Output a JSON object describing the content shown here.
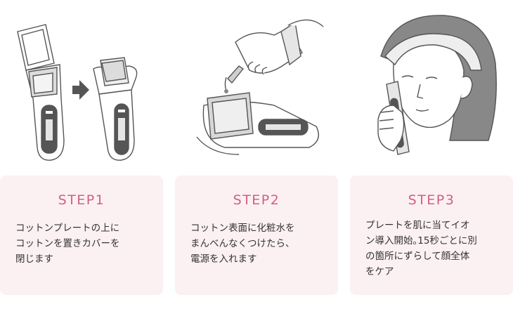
{
  "colors": {
    "accent": "#d35d8c",
    "card_background": "#fcf1f2",
    "text": "#333333",
    "line": "#555555",
    "device_gray": "#9a9a9a",
    "arrow": "#555555"
  },
  "steps": [
    {
      "title": "STEP1",
      "body": "コットンプレートの上に\nコットンを置きカバーを\n閉じます"
    },
    {
      "title": "STEP2",
      "body": "コットン表面に化粧水を\nまんべんなくつけたら、\n電源を入れます"
    },
    {
      "title": "STEP3",
      "body": "プレートを肌に当てイオ\nン導入開始｡15秒ごとに別\nの箇所にずらして顔全体\nをケア"
    }
  ],
  "icons": {
    "step1": [
      "device-open-lid-icon",
      "arrow-right-icon",
      "device-with-cotton-icon"
    ],
    "step2": [
      "hand-bottle-pouring-icon",
      "device-cotton-lotion-icon"
    ],
    "step3": [
      "face-with-headband-icon",
      "hand-holding-device-icon"
    ]
  }
}
